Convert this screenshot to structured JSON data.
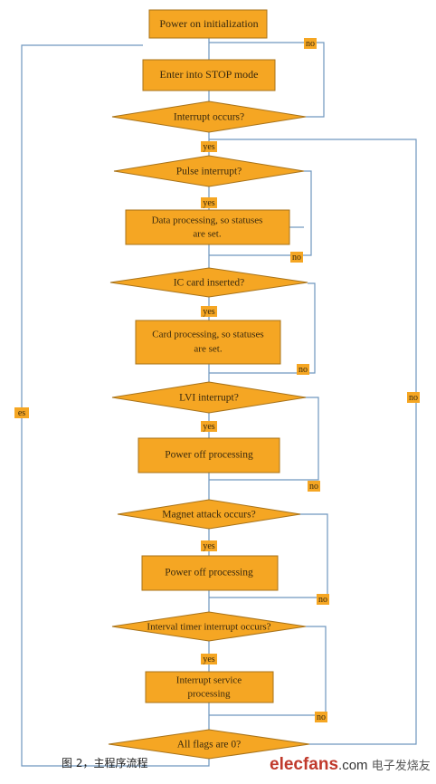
{
  "colors": {
    "box_fill": "#F5A623",
    "box_stroke": "#a8731a",
    "line": "#6f97bf",
    "tag_fill": "#F5A623",
    "text": "#3a2a0e"
  },
  "nodes": {
    "start": "Power on initialization",
    "stop_mode": "Enter into STOP mode",
    "interrupt_q": "Interrupt occurs?",
    "pulse_q": "Pulse interrupt?",
    "data_proc_1": "Data processing, so statuses",
    "data_proc_2": "are set.",
    "ic_q": "IC card inserted?",
    "card_proc_1": "Card processing, so statuses",
    "card_proc_2": "are set.",
    "lvi_q": "LVI interrupt?",
    "power_off_1": "Power off processing",
    "magnet_q": "Magnet attack occurs?",
    "power_off_2": "Power off processing",
    "timer_q": "Interval timer interrupt occurs?",
    "isr_1": "Interrupt service",
    "isr_2": "processing",
    "flags_q": "All flags are 0?"
  },
  "tags": {
    "yes": "yes",
    "no": "no",
    "yes_left": "es"
  },
  "caption": "图 2，主程序流程",
  "logo": {
    "brand": "elecfans",
    "domain": ".com",
    "cn": "电子发烧友"
  }
}
